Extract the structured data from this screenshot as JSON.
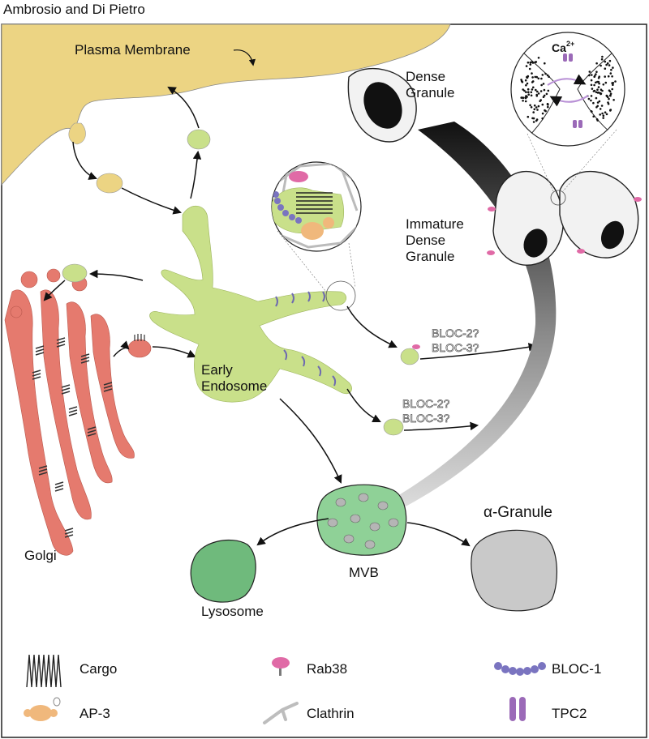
{
  "header": "Ambrosio and Di Pietro",
  "labels": {
    "plasma_membrane": "Plasma Membrane",
    "dense_granule_1": "Dense",
    "dense_granule_2": "Granule",
    "immature_1": "Immature",
    "immature_2": "Dense",
    "immature_3": "Granule",
    "early_1": "Early",
    "early_2": "Endosome",
    "golgi": "Golgi",
    "lysosome": "Lysosome",
    "mvb": "MVB",
    "alpha_granule": "α-Granule",
    "bloc_a1": "BLOC-2?",
    "bloc_a2": "BLOC-3?",
    "bloc_b1": "BLOC-2?",
    "bloc_b2": "BLOC-3?",
    "ca": "Ca",
    "ca_sup": "2+"
  },
  "legend": [
    {
      "label": "Cargo",
      "icon": "cargo-icon"
    },
    {
      "label": "Rab38",
      "icon": "rab38-icon"
    },
    {
      "label": "BLOC-1",
      "icon": "bloc1-icon"
    },
    {
      "label": "AP-3",
      "icon": "ap3-icon"
    },
    {
      "label": "Clathrin",
      "icon": "clathrin-icon"
    },
    {
      "label": "TPC2",
      "icon": "tpc2-icon"
    }
  ],
  "colors": {
    "membrane": "#ecd483",
    "endosome": "#c9e08a",
    "golgi": "#e57a6e",
    "lysosome": "#6fba7c",
    "mvb": "#8fd197",
    "alpha": "#c9c9c9",
    "granule": "#f2f2f2",
    "rab38": "#e06aa6",
    "bloc1": "#7a74c0",
    "ap3": "#f0b87c",
    "tpc2": "#9b6ab8"
  }
}
